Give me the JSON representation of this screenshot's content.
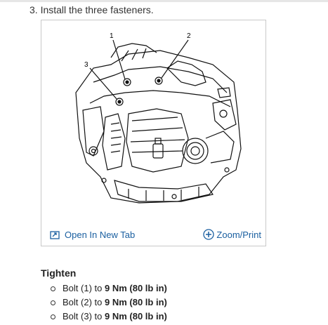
{
  "step": {
    "text": "3. Install the three fasteners."
  },
  "figure": {
    "callouts": [
      "1",
      "2",
      "3"
    ],
    "open_tab_label": "Open In New Tab",
    "zoom_label": "Zoom/Print",
    "icons": {
      "open_tab": "open-external-icon",
      "zoom": "zoom-plus-icon"
    },
    "accent_color": "#1a5fa0"
  },
  "tighten": {
    "heading": "Tighten",
    "items": [
      {
        "prefix": "Bolt (1) to ",
        "torque": "9 Nm (80 lb in)"
      },
      {
        "prefix": "Bolt (2) to ",
        "torque": "9 Nm (80 lb in)"
      },
      {
        "prefix": "Bolt (3) to ",
        "torque": "9 Nm (80 lb in)"
      }
    ]
  }
}
